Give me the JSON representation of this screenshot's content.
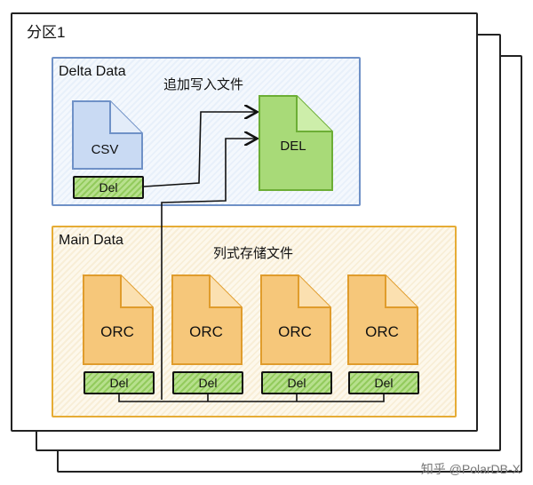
{
  "partition": {
    "title": "分区1"
  },
  "delta": {
    "title": "Delta Data",
    "caption": "追加写入文件",
    "csv_label": "CSV",
    "del_label": "Del",
    "del_file_label": "DEL"
  },
  "main": {
    "title": "Main Data",
    "caption": "列式存储文件",
    "files": [
      {
        "label": "ORC",
        "del": "Del"
      },
      {
        "label": "ORC",
        "del": "Del"
      },
      {
        "label": "ORC",
        "del": "Del"
      },
      {
        "label": "ORC",
        "del": "Del"
      }
    ]
  },
  "colors": {
    "delta_border": "#6f91c7",
    "csv_fill": "#c9daf3",
    "main_border": "#e6ac35",
    "orc_fill": "#f6c77a",
    "del_fill": "#93cb5d"
  },
  "watermark": "知乎 @PolarDB-X"
}
